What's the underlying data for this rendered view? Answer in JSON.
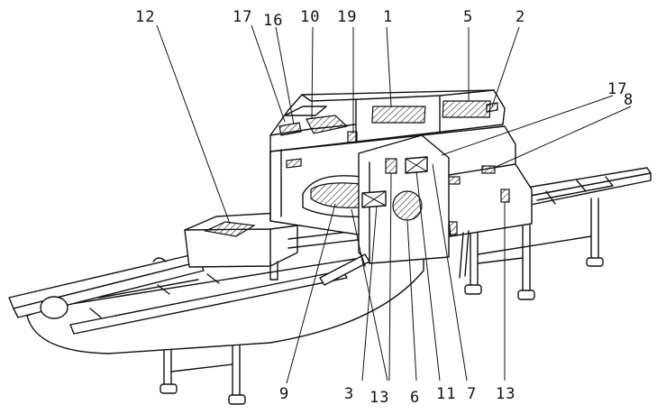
{
  "labels": {
    "l12": "12",
    "l17a": "17",
    "l16": "16",
    "l10": "10",
    "l19": "19",
    "l1": "1",
    "l5": "5",
    "l2": "2",
    "l17b": "17",
    "l8": "8",
    "l9": "9",
    "l3": "3",
    "l13a": "13",
    "l6": "6",
    "l11": "11",
    "l7": "7",
    "l13b": "13"
  }
}
